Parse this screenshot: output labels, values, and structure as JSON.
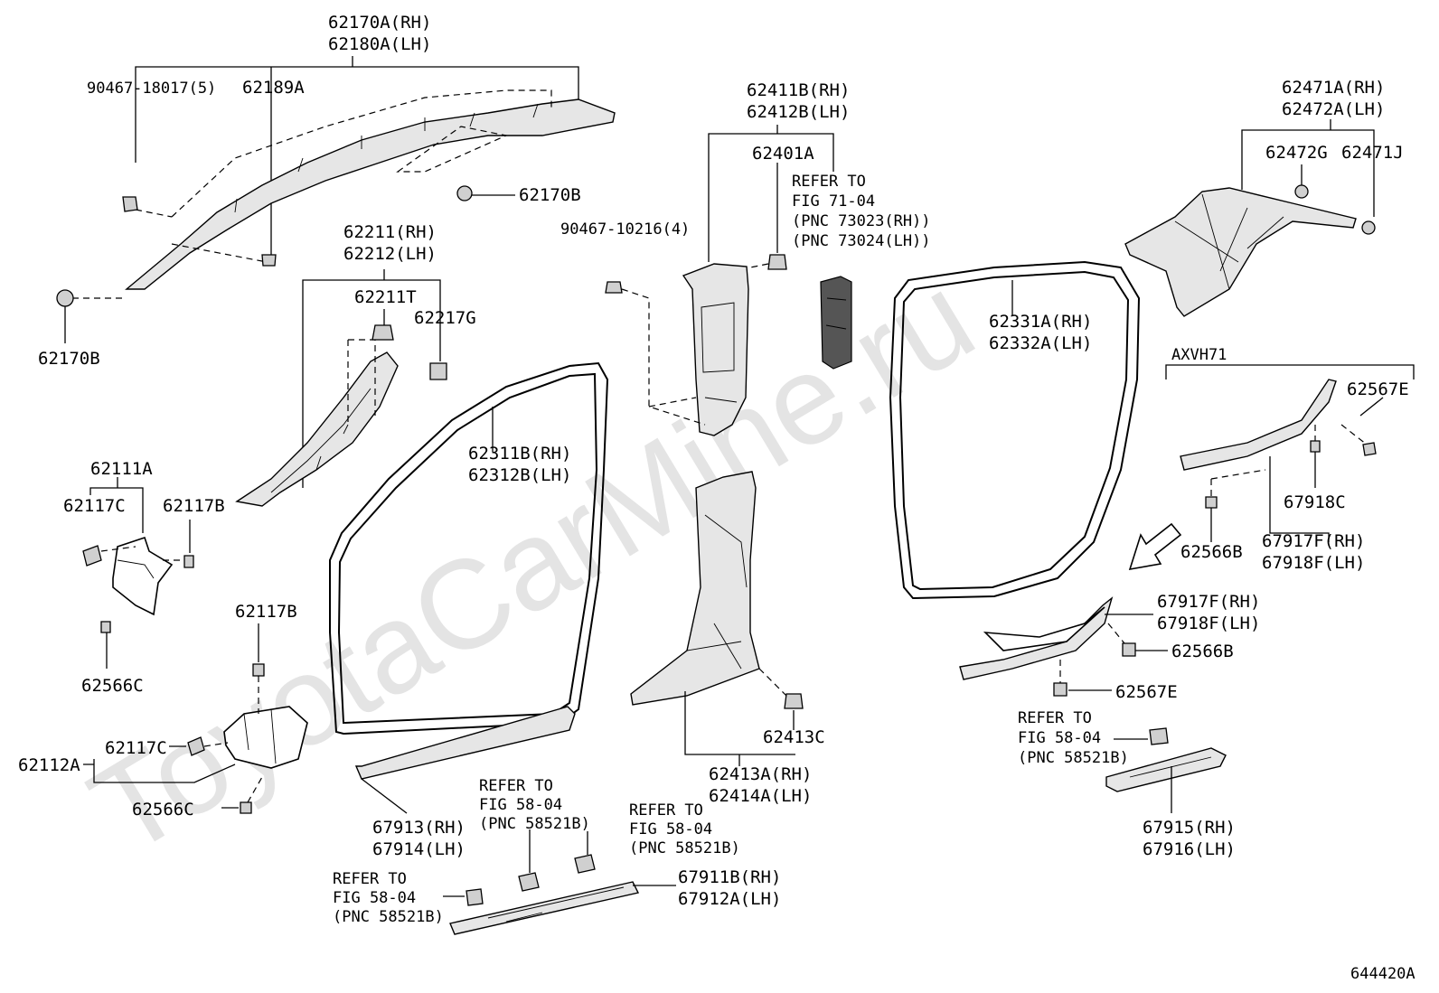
{
  "watermark": "ToyotaCarMine.ru",
  "figure_id": "644420A",
  "variant_label": "AXVH71",
  "labels": {
    "l62170A": "62170A(RH)",
    "l62180A": "62180A(LH)",
    "l90467_18017": "90467-18017(5)",
    "l62189A": "62189A",
    "l62170B_top": "62170B",
    "l62170B_left": "62170B",
    "l62211": "62211(RH)",
    "l62212": "62212(LH)",
    "l62211T": "62211T",
    "l62217G": "62217G",
    "l62111A": "62111A",
    "l62117C_top": "62117C",
    "l62117B_top": "62117B",
    "l62566C_top": "62566C",
    "l62117B_bot": "62117B",
    "l62117C_bot": "62117C",
    "l62112A": "62112A",
    "l62566C_bot": "62566C",
    "l62311B": "62311B(RH)",
    "l62312B": "62312B(LH)",
    "l67913": "67913(RH)",
    "l67914": "67914(LH)",
    "l90467_10216": "90467-10216(4)",
    "l62411B": "62411B(RH)",
    "l62412B": "62412B(LH)",
    "l62401A": "62401A",
    "ref71_1": "REFER TO",
    "ref71_2": "FIG 71-04",
    "ref71_3": "(PNC 73023(RH))",
    "ref71_4": "(PNC 73024(LH))",
    "l62413C": "62413C",
    "l62413A": "62413A(RH)",
    "l62414A": "62414A(LH)",
    "refA_1": "REFER TO",
    "refA_2": "FIG 58-04",
    "refA_3": "(PNC 58521B)",
    "refB_1": "REFER TO",
    "refB_2": "FIG 58-04",
    "refB_3": "(PNC 58521B)",
    "refC_1": "REFER TO",
    "refC_2": "FIG 58-04",
    "refC_3": "(PNC 58521B)",
    "l67911B": "67911B(RH)",
    "l67912A": "67912A(LH)",
    "l62471A": "62471A(RH)",
    "l62472A": "62472A(LH)",
    "l62472G": "62472G",
    "l62471J": "62471J",
    "l62331A": "62331A(RH)",
    "l62332A": "62332A(LH)",
    "l62567E_top": "62567E",
    "l67918C": "67918C",
    "l62566B_top": "62566B",
    "l67917F_top": "67917F(RH)",
    "l67918F_top": "67918F(LH)",
    "l67917F_mid": "67917F(RH)",
    "l67918F_mid": "67918F(LH)",
    "l62566B_mid": "62566B",
    "l62567E_mid": "62567E",
    "refD_1": "REFER TO",
    "refD_2": "FIG 58-04",
    "refD_3": "(PNC 58521B)",
    "l67915": "67915(RH)",
    "l67916": "67916(LH)"
  }
}
